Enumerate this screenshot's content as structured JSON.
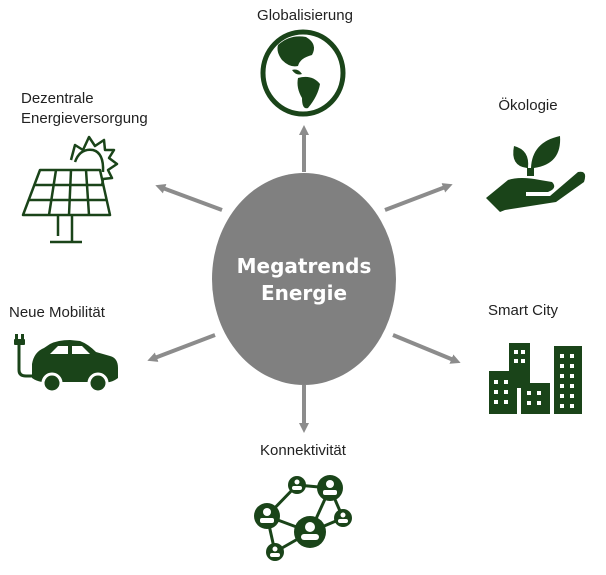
{
  "center": {
    "line1": "Megatrends",
    "line2": "Energie"
  },
  "trends": {
    "top": {
      "label": "Globalisierung",
      "icon": "globe-icon"
    },
    "upper_left": {
      "line1": "Dezentrale",
      "line2": "Energieversorgung",
      "icon": "solar-panel-icon"
    },
    "upper_right": {
      "label": "Ökologie",
      "icon": "plant-hand-icon"
    },
    "lower_left": {
      "label": "Neue Mobilität",
      "icon": "electric-car-icon"
    },
    "lower_right": {
      "label": "Smart City",
      "icon": "city-buildings-icon"
    },
    "bottom": {
      "label": "Konnektivität",
      "icon": "network-people-icon"
    }
  },
  "colors": {
    "icon": "#1a4419",
    "hub": "#808080",
    "arrow": "#8c8c8c"
  }
}
